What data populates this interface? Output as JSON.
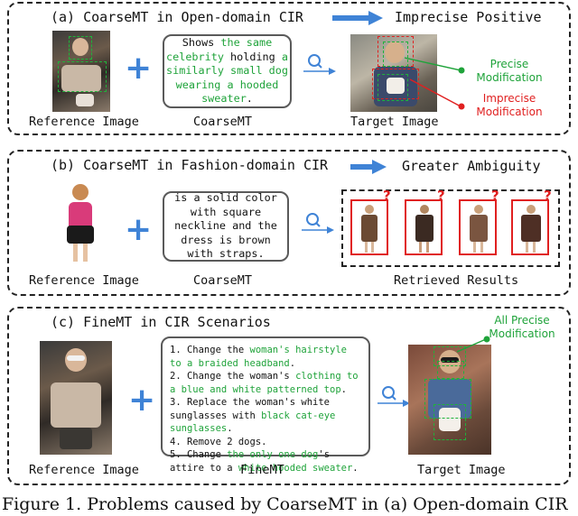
{
  "panel_a": {
    "title": "(a) CoarseMT in Open-domain CIR",
    "result": "Imprecise Positive",
    "text_lines": [
      [
        {
          "t": "Shows ",
          "c": "k"
        },
        {
          "t": "the same",
          "c": "g"
        }
      ],
      [
        {
          "t": "celebrity",
          "c": "g"
        },
        {
          "t": " holding ",
          "c": "k"
        },
        {
          "t": "a",
          "c": "g"
        }
      ],
      [
        {
          "t": "similarly small dog",
          "c": "g"
        }
      ],
      [
        {
          "t": "wearing a hooded",
          "c": "g"
        }
      ],
      [
        {
          "t": "sweater",
          "c": "g"
        },
        {
          "t": ".",
          "c": "k"
        }
      ]
    ],
    "caption_ref": "Reference Image",
    "caption_mid": "CoarseMT",
    "caption_target": "Target Image",
    "precise": "Precise\nModification",
    "imprecise": "Imprecise\nModification"
  },
  "panel_b": {
    "title": "(b) CoarseMT in Fashion-domain CIR",
    "result": "Greater Ambiguity",
    "text": "is a solid color with square neckline and the dress is brown with straps.",
    "caption_ref": "Reference Image",
    "caption_mid": "CoarseMT",
    "caption_target": "Retrieved Results",
    "mark": "?"
  },
  "panel_c": {
    "title": "(c) FineMT in CIR Scenarios",
    "callout": "All Precise\nModification",
    "items": [
      [
        {
          "t": "1. Change the ",
          "c": "k"
        },
        {
          "t": "woman's hairstyle to a braided headband",
          "c": "g"
        },
        {
          "t": ".",
          "c": "k"
        }
      ],
      [
        {
          "t": "2. Change the woman's ",
          "c": "k"
        },
        {
          "t": "clothing to a blue and white patterned top",
          "c": "g"
        },
        {
          "t": ".",
          "c": "k"
        }
      ],
      [
        {
          "t": "3. Replace the woman's white sunglasses with ",
          "c": "k"
        },
        {
          "t": "black cat-eye sunglasses",
          "c": "g"
        },
        {
          "t": ".",
          "c": "k"
        }
      ],
      [
        {
          "t": "4. Remove 2 dogs.",
          "c": "k"
        }
      ],
      [
        {
          "t": "5. Change ",
          "c": "k"
        },
        {
          "t": "the only one dog",
          "c": "g"
        },
        {
          "t": "'s attire to a ",
          "c": "k"
        },
        {
          "t": "white hooded sweater",
          "c": "g"
        },
        {
          "t": ".",
          "c": "k"
        }
      ]
    ],
    "caption_ref": "Reference Image",
    "caption_mid": "FineMT",
    "caption_target": "Target Image"
  },
  "figure_caption": "Figure 1. Problems caused by CoarseMT in (a) Open-domain CIR",
  "colors": {
    "accent": "#3f83d6",
    "precise": "#1fa33a",
    "imprecise": "#e02020"
  },
  "icons": [
    "plus-icon",
    "arrow-right-icon",
    "magnifier-arrow-icon",
    "question-mark-icon"
  ]
}
